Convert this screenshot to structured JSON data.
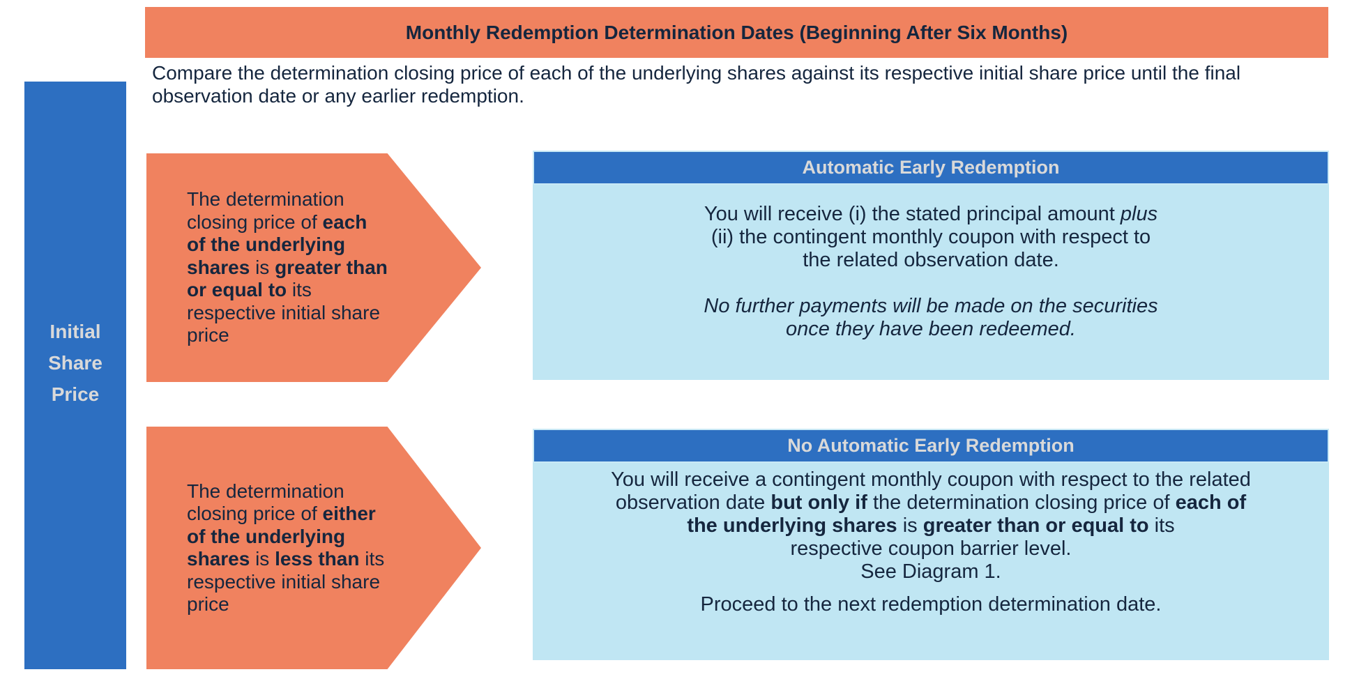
{
  "colors": {
    "orange": "#F0825F",
    "blue": "#2D6FC1",
    "lightblue": "#C0E6F3",
    "navy": "#15263E",
    "lighttext": "#D9D9D9"
  },
  "title_bar": {
    "text": "Monthly Redemption Determination Dates (Beginning After Six Months)"
  },
  "intro": {
    "text": "Compare the determination closing price of each of the underlying shares against its respective initial share price until the final observation date or any earlier redemption."
  },
  "side_label": {
    "lines": [
      [
        {
          "t": "Initial"
        }
      ],
      [
        {
          "t": "Share"
        }
      ],
      [
        {
          "t": "Price"
        }
      ]
    ]
  },
  "arrow_top": {
    "lines": [
      [
        {
          "t": "The determination"
        }
      ],
      [
        {
          "t": "closing price of "
        },
        {
          "t": "each",
          "b": true
        }
      ],
      [
        {
          "t": "of the underlying",
          "b": true
        }
      ],
      [
        {
          "t": "shares",
          "b": true
        },
        {
          "t": " is "
        },
        {
          "t": "greater than",
          "b": true
        }
      ],
      [
        {
          "t": "or equal to",
          "b": true
        },
        {
          "t": " its"
        }
      ],
      [
        {
          "t": "respective initial share"
        }
      ],
      [
        {
          "t": "price"
        }
      ]
    ]
  },
  "arrow_bottom": {
    "lines": [
      [
        {
          "t": "The determination"
        }
      ],
      [
        {
          "t": "closing price of "
        },
        {
          "t": "either",
          "b": true
        }
      ],
      [
        {
          "t": "of the underlying",
          "b": true
        }
      ],
      [
        {
          "t": "shares",
          "b": true
        },
        {
          "t": " is "
        },
        {
          "t": "less than",
          "b": true
        },
        {
          "t": " its"
        }
      ],
      [
        {
          "t": "respective initial share"
        }
      ],
      [
        {
          "t": "price"
        }
      ]
    ]
  },
  "box_auto": {
    "header": "Automatic Early Redemption",
    "para1": [
      [
        {
          "t": "You will receive (i) the stated principal amount "
        },
        {
          "t": "plus",
          "i": true
        }
      ],
      [
        {
          "t": "(ii) the contingent monthly coupon with respect to"
        }
      ],
      [
        {
          "t": "the related observation date."
        }
      ]
    ],
    "para2": [
      [
        {
          "t": "No further payments will be made on the securities",
          "i": true
        }
      ],
      [
        {
          "t": "once they have been redeemed.",
          "i": true
        }
      ]
    ]
  },
  "box_no_auto": {
    "header": "No Automatic Early Redemption",
    "para": [
      [
        {
          "t": "You will receive a contingent monthly coupon with respect to the related"
        }
      ],
      [
        {
          "t": "observation date "
        },
        {
          "t": "but only if",
          "b": true
        },
        {
          "t": " the determination closing price of "
        },
        {
          "t": "each of",
          "b": true
        }
      ],
      [
        {
          "t": "the underlying shares",
          "b": true
        },
        {
          "t": " is "
        },
        {
          "t": "greater than or equal to",
          "b": true
        },
        {
          "t": " its"
        }
      ],
      [
        {
          "t": "respective coupon barrier level."
        }
      ],
      [
        {
          "t": "See Diagram 1."
        }
      ]
    ],
    "proceed": [
      [
        {
          "t": "Proceed to the next redemption determination date."
        }
      ]
    ]
  }
}
